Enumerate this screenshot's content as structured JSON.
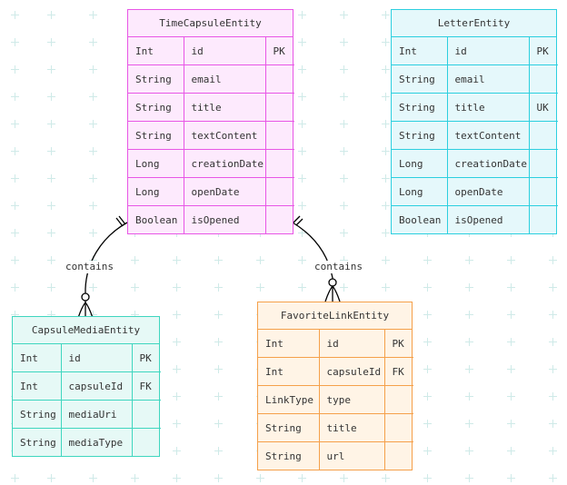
{
  "entities": {
    "time_capsule": {
      "name": "TimeCapsuleEntity",
      "rows": [
        [
          "Int",
          "id",
          "PK"
        ],
        [
          "String",
          "email",
          ""
        ],
        [
          "String",
          "title",
          ""
        ],
        [
          "String",
          "textContent",
          ""
        ],
        [
          "Long",
          "creationDate",
          ""
        ],
        [
          "Long",
          "openDate",
          ""
        ],
        [
          "Boolean",
          "isOpened",
          ""
        ]
      ]
    },
    "letter": {
      "name": "LetterEntity",
      "rows": [
        [
          "Int",
          "id",
          "PK"
        ],
        [
          "String",
          "email",
          ""
        ],
        [
          "String",
          "title",
          "UK"
        ],
        [
          "String",
          "textContent",
          ""
        ],
        [
          "Long",
          "creationDate",
          ""
        ],
        [
          "Long",
          "openDate",
          ""
        ],
        [
          "Boolean",
          "isOpened",
          ""
        ]
      ]
    },
    "capsule_media": {
      "name": "CapsuleMediaEntity",
      "rows": [
        [
          "Int",
          "id",
          "PK"
        ],
        [
          "Int",
          "capsuleId",
          "FK"
        ],
        [
          "String",
          "mediaUri",
          ""
        ],
        [
          "String",
          "mediaType",
          ""
        ]
      ]
    },
    "favorite_link": {
      "name": "FavoriteLinkEntity",
      "rows": [
        [
          "Int",
          "id",
          "PK"
        ],
        [
          "Int",
          "capsuleId",
          "FK"
        ],
        [
          "LinkType",
          "type",
          ""
        ],
        [
          "String",
          "title",
          ""
        ],
        [
          "String",
          "url",
          ""
        ]
      ]
    }
  },
  "relationships": [
    {
      "label": "contains",
      "from": "TimeCapsuleEntity",
      "to": "CapsuleMediaEntity"
    },
    {
      "label": "contains",
      "from": "TimeCapsuleEntity",
      "to": "FavoriteLinkEntity"
    }
  ],
  "colors": {
    "time_capsule": "#e857e6",
    "letter": "#2ccfdf",
    "capsule_media": "#3fd6bf",
    "favorite_link": "#f5a04a",
    "grid": "#cfeae8"
  }
}
